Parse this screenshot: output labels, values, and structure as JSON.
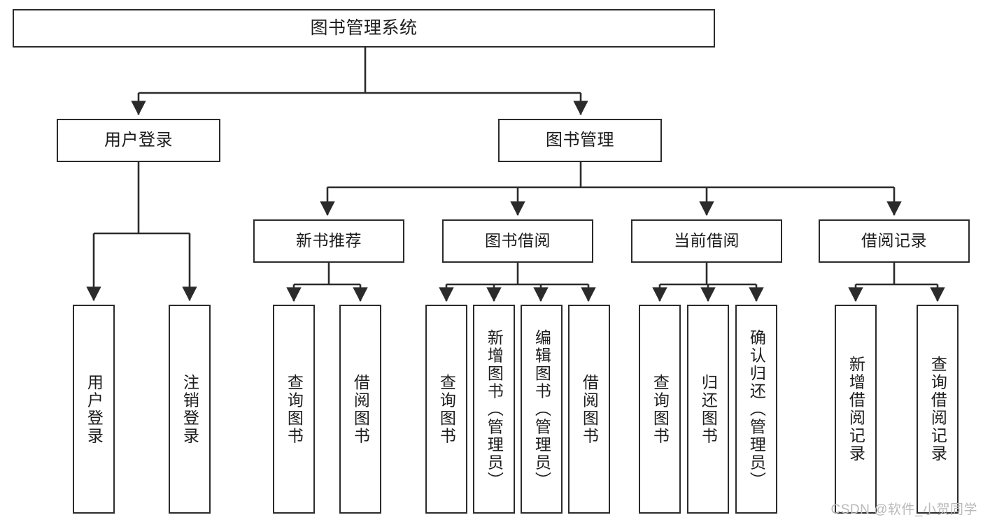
{
  "diagram": {
    "title": "图书管理系统",
    "type": "hierarchy-tree",
    "watermark": "CSDN @软件_小贺同学",
    "colors": {
      "box_border": "#2b2b2b",
      "box_fill": "#ffffff",
      "connector": "#2b2b2b",
      "text": "#1c1c1c",
      "watermark": "#b9b9b9"
    }
  },
  "nodes": {
    "root": {
      "label": "图书管理系统"
    },
    "level2": [
      {
        "label": "用户登录"
      },
      {
        "label": "图书管理"
      }
    ],
    "level3": [
      {
        "label": "新书推荐"
      },
      {
        "label": "图书借阅"
      },
      {
        "label": "当前借阅"
      },
      {
        "label": "借阅记录"
      }
    ],
    "leaves": {
      "user_login": [
        {
          "label": "用户登录"
        },
        {
          "label": "注销登录"
        }
      ],
      "new_book_recommend": [
        {
          "label": "查询图书"
        },
        {
          "label": "借阅图书"
        }
      ],
      "book_borrow": [
        {
          "label": "查询图书"
        },
        {
          "label": "新增图书（管理员）"
        },
        {
          "label": "编辑图书（管理员）"
        },
        {
          "label": "借阅图书"
        }
      ],
      "current_borrow": [
        {
          "label": "查询图书"
        },
        {
          "label": "归还图书"
        },
        {
          "label": "确认归还（管理员）"
        }
      ],
      "borrow_record": [
        {
          "label": "新增借阅记录"
        },
        {
          "label": "查询借阅记录"
        }
      ]
    }
  }
}
